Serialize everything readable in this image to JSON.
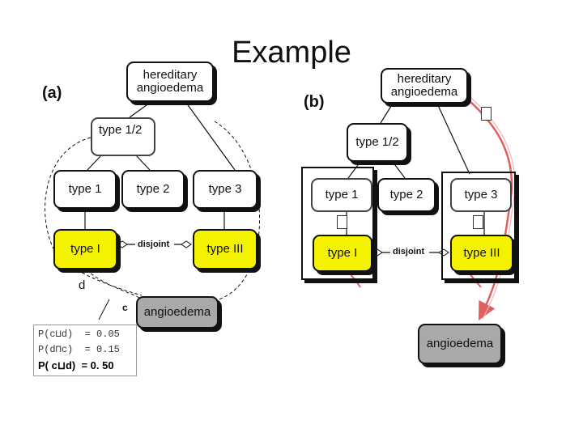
{
  "title": "Example",
  "panel_a": {
    "label": "(a)",
    "hereditary": "hereditary angioedema",
    "type12": "type 1/2",
    "type1": "type 1",
    "type2": "type 2",
    "type3": "type 3",
    "typeI": "type I",
    "typeIII": "type III",
    "disjoint": "disjoint",
    "d_label": "d",
    "c_label": "c",
    "angioedema": "angioedema",
    "prob_rows": [
      "P(c⊔d)  = 0.05",
      "P(d⊓c)  = 0.15",
      "P( c⊔d)  = 0. 50"
    ]
  },
  "panel_b": {
    "label": "(b)",
    "hereditary": "hereditary angioedema",
    "type12": "type 1/2",
    "type1": "type 1",
    "type2": "type 2",
    "type3": "type 3",
    "typeI": "type I",
    "typeIII": "type III",
    "disjoint": "disjoint",
    "angioedema": "angioedema"
  },
  "colors": {
    "yellow": "#f5f200",
    "gray": "#a9a9a9",
    "red_arrow": "#e06060"
  }
}
